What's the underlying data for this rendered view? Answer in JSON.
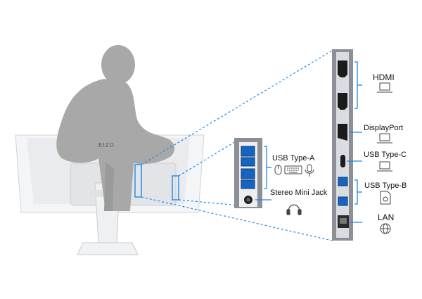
{
  "brand": "EIZO",
  "right_panel": {
    "ports": [
      {
        "label": "HDMI",
        "icon": "laptop-icon"
      },
      {
        "label": "DisplayPort",
        "icon": "laptop-icon"
      },
      {
        "label": "USB Type-C",
        "icon": "laptop-icon"
      },
      {
        "label": "USB Type-B",
        "icon": "settings-document-icon"
      },
      {
        "label": "LAN",
        "icon": "globe-icon"
      }
    ]
  },
  "side_panel": {
    "ports": [
      {
        "label": "USB Type-A",
        "icons": [
          "mouse-icon",
          "keyboard-icon",
          "microphone-icon"
        ]
      },
      {
        "label": "Stereo Mini Jack",
        "icons": [
          "headphones-icon"
        ]
      }
    ]
  },
  "colors": {
    "accent": "#1e88e5",
    "usb_blue": "#1565c0",
    "panel": "#8a8e94",
    "silhouette": "#a5a5a5",
    "monitor": "#f3f4f6"
  }
}
